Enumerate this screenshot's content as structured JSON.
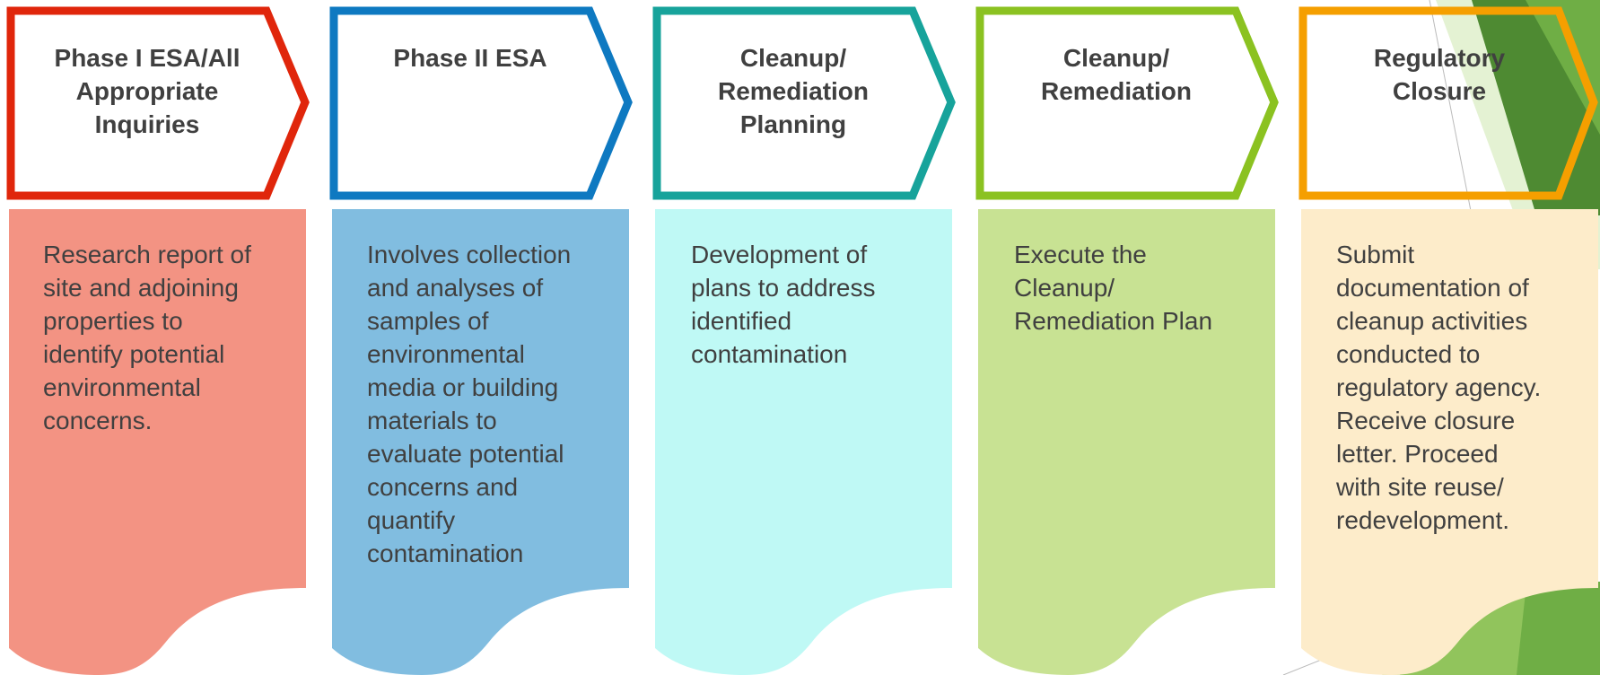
{
  "phases": [
    {
      "title": "Phase I ESA/All\nAppropriate\nInquiries",
      "description": "Research report of\nsite and adjoining\nproperties to\nidentify potential\nenvironmental\nconcerns.",
      "border_color": "#e0260b",
      "fill_color": "#f39383"
    },
    {
      "title": "Phase II ESA",
      "description": "Involves collection\nand analyses of\nsamples of\nenvironmental\nmedia or building\nmaterials to\nevaluate potential\nconcerns and\nquantify\ncontamination",
      "border_color": "#0e79c1",
      "fill_color": "#81bde0"
    },
    {
      "title": "Cleanup/\nRemediation\nPlanning",
      "description": "Development of\nplans to address\nidentified\ncontamination",
      "border_color": "#17a39b",
      "fill_color": "#bff9f5"
    },
    {
      "title": "Cleanup/\nRemediation",
      "description": "Execute the\nCleanup/\nRemediation Plan",
      "border_color": "#8bc221",
      "fill_color": "#c8e293"
    },
    {
      "title": "Regulatory\nClosure",
      "description": "Submit\ndocumentation of\ncleanup activities\nconducted to\nregulatory agency.\nReceive closure\nletter.  Proceed\nwith site reuse/\nredevelopment.",
      "border_color": "#f59f00",
      "fill_color": "#fdecca"
    }
  ],
  "decoration_colors": {
    "dark_green": "#4e8a32",
    "mid_green": "#6fae45",
    "light_green": "#a9d26c",
    "pale_green": "#d9ecc1"
  }
}
